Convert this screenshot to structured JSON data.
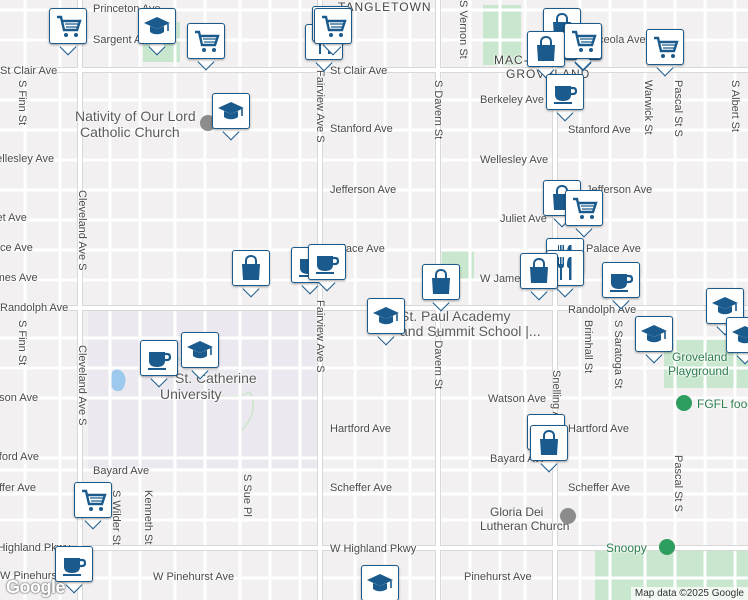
{
  "map": {
    "streets": [
      "Princeton Ave",
      "Sargent Ave",
      "St Clair Ave",
      "St Clair Ave",
      "Berkeley Ave",
      "Stanford Ave",
      "Stanford Ave",
      "Wellesley Ave",
      "Wellesley Ave",
      "Jefferson Ave",
      "Jefferson Ave",
      "Juliet Ave",
      "Juliet Ave",
      "Palace Ave",
      "Palace Ave",
      "Palace Ave",
      "W James Ave",
      "James Ave",
      "Randolph Ave",
      "Randolph Ave",
      "Watson Ave",
      "Watson Ave",
      "Hartford Ave",
      "Hartford Ave",
      "Hartford Ave",
      "Bayard Ave",
      "Bayard Ave",
      "Scheffer Ave",
      "Scheffer Ave",
      "Scheffer Ave",
      "W Highland Pkwy",
      "W Highland Pkwy",
      "W Pinehurst Ave",
      "W Pinehurst Ave",
      "Pinehurst Ave",
      "S Finn St",
      "Cleveland Ave S",
      "Cleveland Ave S",
      "Fairview Ave S",
      "Fairview Ave S",
      "S Davern St",
      "S Davern St",
      "S Vernon St",
      "Snelling Ave",
      "Warwick St",
      "Pascal St S",
      "Pascal St S",
      "S Albert St",
      "Brimhall St",
      "S Saratoga St",
      "S Sue Pl",
      "S Finn St",
      "S Wilder St",
      "Kenneth St"
    ],
    "places": [
      "Nativity of Our Lord",
      "Catholic Church",
      "St. Paul Academy",
      "and Summit School |...",
      "St. Catherine",
      "University",
      "Gloria Dei",
      "Lutheran Church",
      "Groveland",
      "Playground",
      "FGFL food shelf",
      "Snoopy",
      "Osceola Ave"
    ],
    "districts": [
      "TANGLETOWN",
      "MAC-",
      "GROVELAND"
    ],
    "attribution": "Map data ©2025 Google",
    "logo": "Google",
    "marker_icons": [
      "shopping-cart-icon",
      "graduation-cap-icon",
      "shopping-cart-icon",
      "utensils-icon",
      "shopping-cart-icon",
      "graduation-cap-icon",
      "shopping-bag-icon",
      "coffee-cup-icon",
      "shopping-bag-icon",
      "coffee-cup-icon",
      "graduation-cap-icon",
      "shopping-bag-icon",
      "coffee-cup-icon",
      "graduation-cap-icon",
      "graduation-cap-icon",
      "coffee-cup-icon",
      "utensils-icon",
      "shopping-bag-icon",
      "shopping-cart-icon",
      "graduation-cap-icon",
      "coffee-cup-icon",
      "graduation-cap-icon",
      "shopping-cart-icon",
      "shopping-cart-icon",
      "shopping-bag-icon",
      "shopping-cart-icon",
      "utensils-icon",
      "coffee-cup-icon",
      "shopping-cart-icon",
      "shopping-bag-icon",
      "coffee-cup-icon",
      "coffee-cup-icon",
      "shopping-bag-icon",
      "graduation-cap-icon"
    ],
    "colors": {
      "marker_stroke": "#1a5a8c",
      "marker_fill": "#1a5a8c",
      "park": "#c9e7cf",
      "poi_gray": "#8c8c8c",
      "poi_green": "#2e9e5e"
    }
  }
}
